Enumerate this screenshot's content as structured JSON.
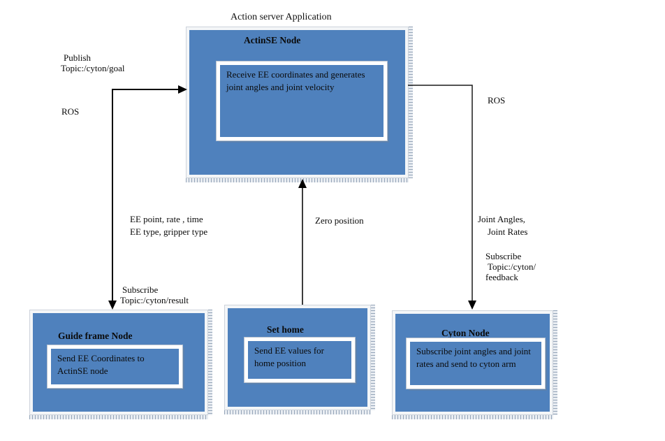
{
  "diagram": {
    "title": "Action server Application",
    "node_color": "#4f81bd",
    "nodes": {
      "actinse": {
        "title": "ActinSE Node",
        "body": "Receive EE coordinates and generates joint angles and joint velocity"
      },
      "guide_frame": {
        "title": "Guide frame Node",
        "body": "Send EE Coordinates to ActinSE node"
      },
      "set_home": {
        "title": "Set home",
        "body": "Send EE values for home position"
      },
      "cyton": {
        "title": "Cyton Node",
        "body": "Subscribe joint angles and joint rates and send to cyton arm"
      }
    },
    "labels": {
      "publish": "Publish",
      "publish_topic": "Topic:/cyton/goal",
      "ros_left": "ROS",
      "ros_right": "ROS",
      "ee_params_line1": "EE point, rate , time",
      "ee_params_line2": "EE type, gripper type",
      "zero_position": "Zero position",
      "joint_line1": "Joint Angles,",
      "joint_line2": "Joint Rates",
      "subscribe_feedback_line1": "Subscribe",
      "subscribe_feedback_line2": "Topic:/cyton/",
      "subscribe_feedback_line3": "feedback",
      "subscribe_result_line1": "Subscribe",
      "subscribe_result_line2": "Topic:/cyton/result"
    }
  }
}
